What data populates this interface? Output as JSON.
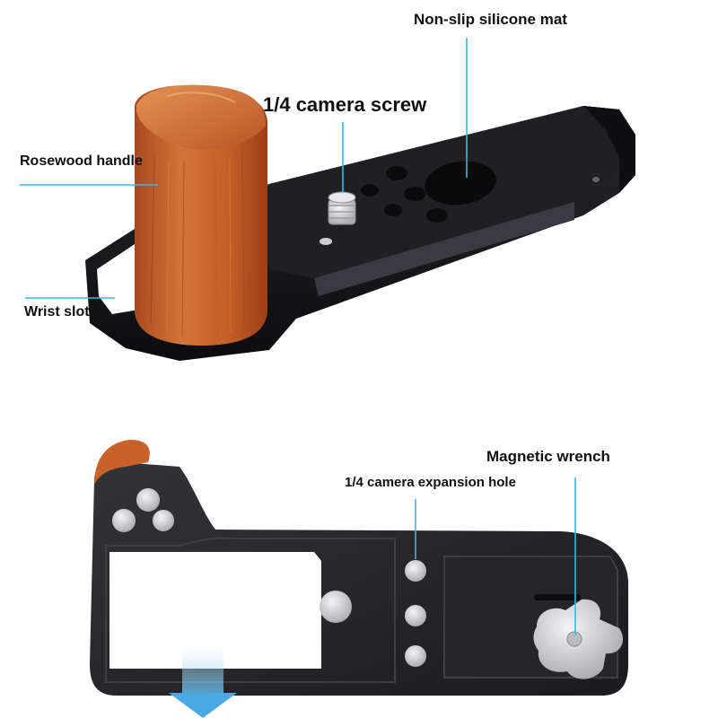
{
  "callouts": {
    "non_slip_mat": "Non-slip silicone mat",
    "camera_screw": "1/4 camera screw",
    "rosewood_handle": "Rosewood handle",
    "wrist_slot": "Wrist slot",
    "magnetic_wrench": "Magnetic wrench",
    "expansion_hole": "1/4 camera expansion hole"
  },
  "colors": {
    "leader_line": "#3fb6e0",
    "metal_body": "#151518",
    "wood": "#c8612a",
    "screw_steel": "#d9d9dc"
  }
}
